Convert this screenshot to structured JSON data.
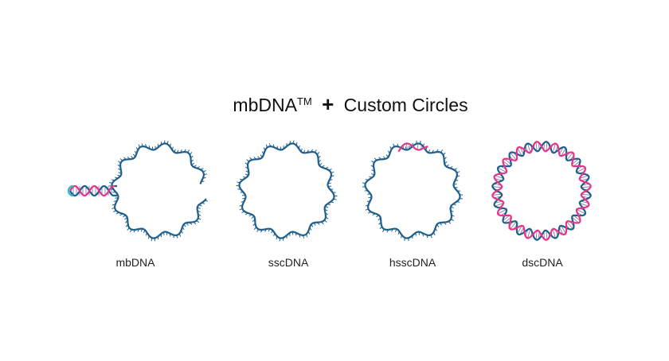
{
  "title": {
    "brand": "mbDNA",
    "trademark": "TM",
    "plus": "+",
    "rest": "Custom Circles"
  },
  "diagrams": [
    {
      "label": "mbDNA"
    },
    {
      "label": "sscDNA"
    },
    {
      "label": "hsscDNA"
    },
    {
      "label": "dscDNA"
    }
  ],
  "colors": {
    "strand_blue": "#1f5f8b",
    "strand_pink": "#e8338a",
    "strand_cyan": "#3bb8c8"
  }
}
